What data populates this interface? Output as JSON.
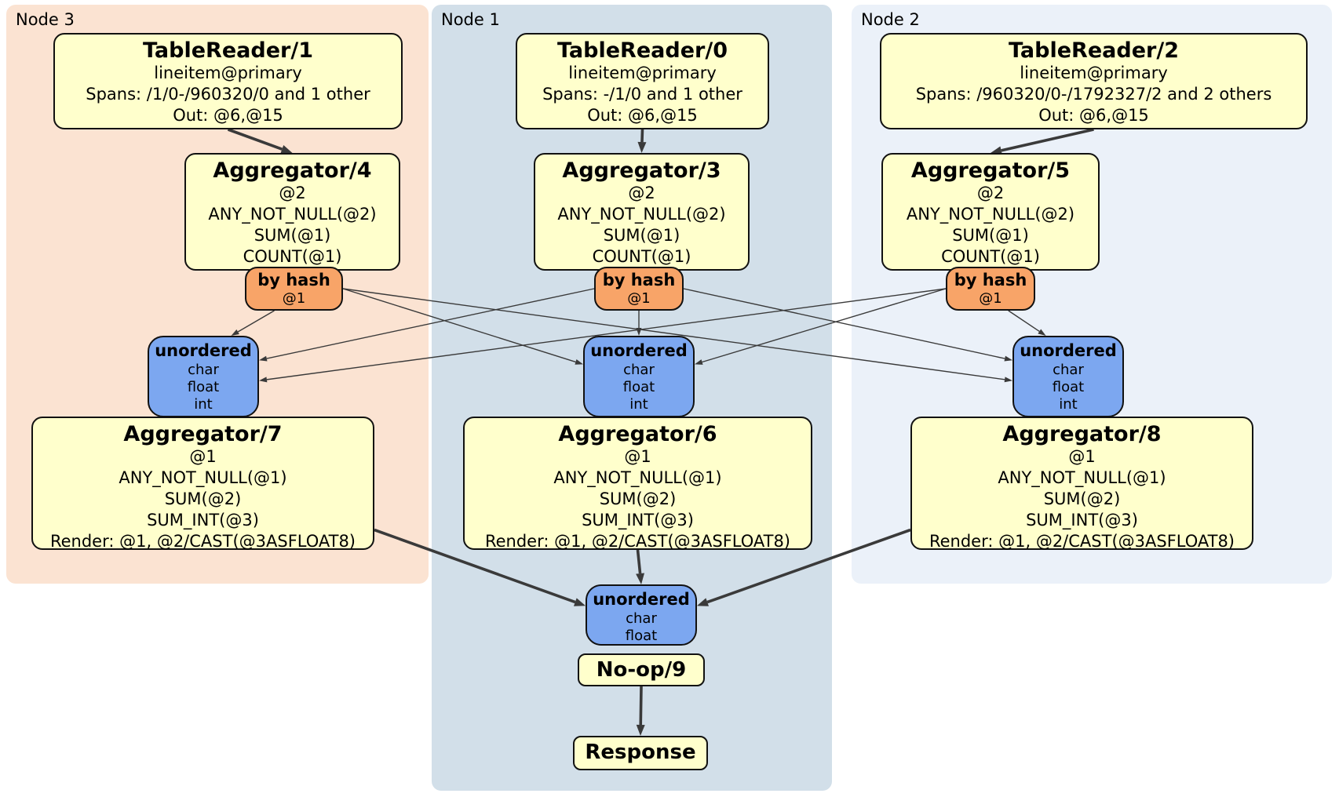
{
  "regions": [
    {
      "id": "node3",
      "label": "Node 3"
    },
    {
      "id": "node1",
      "label": "Node 1"
    },
    {
      "id": "node2",
      "label": "Node 2"
    }
  ],
  "processors": {
    "tr1": {
      "title": "TableReader/1",
      "lines": [
        "lineitem@primary",
        "Spans: /1/0-/960320/0 and 1 other",
        "Out: @6,@15"
      ]
    },
    "tr0": {
      "title": "TableReader/0",
      "lines": [
        "lineitem@primary",
        "Spans: -/1/0 and 1 other",
        "Out: @6,@15"
      ]
    },
    "tr2": {
      "title": "TableReader/2",
      "lines": [
        "lineitem@primary",
        "Spans: /960320/0-/1792327/2 and 2 others",
        "Out: @6,@15"
      ]
    },
    "agg4": {
      "title": "Aggregator/4",
      "lines": [
        "@2",
        "ANY_NOT_NULL(@2)",
        "SUM(@1)",
        "COUNT(@1)"
      ]
    },
    "agg3": {
      "title": "Aggregator/3",
      "lines": [
        "@2",
        "ANY_NOT_NULL(@2)",
        "SUM(@1)",
        "COUNT(@1)"
      ]
    },
    "agg5": {
      "title": "Aggregator/5",
      "lines": [
        "@2",
        "ANY_NOT_NULL(@2)",
        "SUM(@1)",
        "COUNT(@1)"
      ]
    },
    "agg7": {
      "title": "Aggregator/7",
      "lines": [
        "@1",
        "ANY_NOT_NULL(@1)",
        "SUM(@2)",
        "SUM_INT(@3)",
        "Render: @1, @2/CAST(@3ASFLOAT8)"
      ]
    },
    "agg6": {
      "title": "Aggregator/6",
      "lines": [
        "@1",
        "ANY_NOT_NULL(@1)",
        "SUM(@2)",
        "SUM_INT(@3)",
        "Render: @1, @2/CAST(@3ASFLOAT8)"
      ]
    },
    "agg8": {
      "title": "Aggregator/8",
      "lines": [
        "@1",
        "ANY_NOT_NULL(@1)",
        "SUM(@2)",
        "SUM_INT(@3)",
        "Render: @1, @2/CAST(@3ASFLOAT8)"
      ]
    },
    "noop": {
      "title": "No-op/9"
    },
    "response": {
      "title": "Response"
    }
  },
  "routers": {
    "bh3": {
      "title": "by hash",
      "key": "@1"
    },
    "bh1": {
      "title": "by hash",
      "key": "@1"
    },
    "bh2": {
      "title": "by hash",
      "key": "@1"
    }
  },
  "syncs": {
    "u3": {
      "title": "unordered",
      "types": [
        "char",
        "float",
        "int"
      ]
    },
    "u1": {
      "title": "unordered",
      "types": [
        "char",
        "float",
        "int"
      ]
    },
    "u2": {
      "title": "unordered",
      "types": [
        "char",
        "float",
        "int"
      ]
    },
    "ub": {
      "title": "unordered",
      "types": [
        "char",
        "float"
      ]
    }
  },
  "colors": {
    "node3_bg": "#FBE3D2",
    "node1_bg": "#D2DFE9",
    "node2_bg": "#EBF1F9",
    "processor_bg": "#FFFFCC",
    "router_bg": "#F8A468",
    "sync_bg": "#7CA7F0",
    "border": "#111111",
    "edge": "#3A3A3A"
  },
  "edges": [
    {
      "from": "tr1",
      "to": "agg4",
      "kind": "thick"
    },
    {
      "from": "tr0",
      "to": "agg3",
      "kind": "thick"
    },
    {
      "from": "tr2",
      "to": "agg5",
      "kind": "thick"
    },
    {
      "from": "bh3",
      "ff": 0.3,
      "to": "u3",
      "ta": "top",
      "tf": 0.75,
      "kind": "thin"
    },
    {
      "from": "bh3",
      "fa": "right",
      "to": "u1",
      "ta": "left",
      "tf": 0.35,
      "kind": "thin"
    },
    {
      "from": "bh3",
      "fa": "right",
      "to": "u2",
      "ta": "left",
      "tf": 0.55,
      "kind": "thin"
    },
    {
      "from": "bh1",
      "fa": "left",
      "to": "u3",
      "ta": "right",
      "tf": 0.3,
      "kind": "thin"
    },
    {
      "from": "bh1",
      "to": "u1",
      "kind": "thin"
    },
    {
      "from": "bh1",
      "fa": "right",
      "to": "u2",
      "ta": "left",
      "tf": 0.3,
      "kind": "thin"
    },
    {
      "from": "bh2",
      "fa": "left",
      "to": "u3",
      "ta": "right",
      "tf": 0.55,
      "kind": "thin"
    },
    {
      "from": "bh2",
      "fa": "left",
      "to": "u1",
      "ta": "right",
      "tf": 0.35,
      "kind": "thin"
    },
    {
      "from": "bh2",
      "ff": 0.7,
      "to": "u2",
      "ta": "top",
      "tf": 0.3,
      "kind": "thin"
    },
    {
      "from": "agg7",
      "fa": "right",
      "ff": 0.85,
      "to": "ub",
      "ta": "left",
      "tf": 0.35,
      "kind": "thick"
    },
    {
      "from": "agg6",
      "to": "ub",
      "kind": "thick"
    },
    {
      "from": "agg8",
      "fa": "left",
      "ff": 0.85,
      "to": "ub",
      "ta": "right",
      "tf": 0.35,
      "kind": "thick"
    },
    {
      "from": "noop",
      "to": "response",
      "kind": "thick"
    }
  ]
}
